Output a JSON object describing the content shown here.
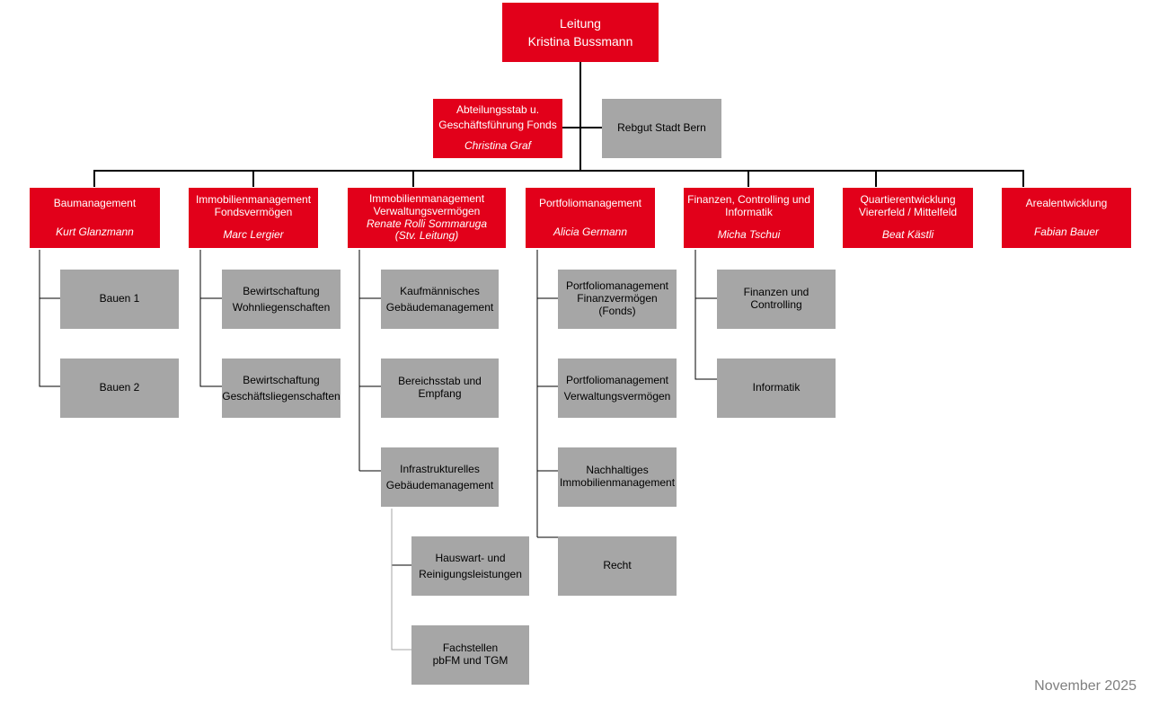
{
  "leitung": {
    "title": "Leitung",
    "name": "Kristina Bussmann"
  },
  "stab": {
    "line1": "Abteilungsstab u.",
    "line2": "Geschäftsführung Fonds",
    "name": "Christina Graf"
  },
  "rebgut": "Rebgut Stadt Bern",
  "departments": {
    "bau": {
      "title": "Baumanagement",
      "name": "Kurt Glanzmann"
    },
    "immofonds": {
      "line1": "Immobilienmanagement",
      "line2": "Fondsvermögen",
      "name": "Marc Lergier"
    },
    "immoverw": {
      "line1": "Immobilienmanagement",
      "line2": "Verwaltungsvermögen",
      "name": "Renate Rolli Sommaruga",
      "role": "(Stv. Leitung)"
    },
    "portfolio": {
      "title": "Portfoliomanagement",
      "name": "Alicia Germann"
    },
    "finanzen": {
      "line1": "Finanzen, Controlling und",
      "line2": "Informatik",
      "name": "Micha Tschui"
    },
    "quartier": {
      "line1": "Quartierentwicklung",
      "line2": "Viererfeld / Mittelfeld",
      "name": "Beat Kästli"
    },
    "areal": {
      "title": "Arealentwicklung",
      "name": "Fabian Bauer"
    }
  },
  "units": {
    "bauen1": "Bauen 1",
    "bauen2": "Bauen 2",
    "bew_wohn": {
      "line1": "Bewirtschaftung",
      "line2": "Wohnliegenschaften"
    },
    "bew_gesch": {
      "line1": "Bewirtschaftung",
      "line2": "Geschäftsliegenschaften"
    },
    "kaufm": {
      "line1": "Kaufmännisches",
      "line2": "Gebäudemanagement"
    },
    "bereichsstab": {
      "line1": "Bereichsstab und",
      "line2": "Empfang"
    },
    "infra": {
      "line1": "Infrastrukturelles",
      "line2": "Gebäudemanagement"
    },
    "hauswart": {
      "line1": "Hauswart- und",
      "line2": "Reinigungsleistungen"
    },
    "fachstellen": {
      "line1": "Fachstellen",
      "line2": "pbFM und TGM"
    },
    "pf_finanz": {
      "line1": "Portfoliomanagement",
      "line2": "Finanzvermögen",
      "line3": "(Fonds)"
    },
    "pf_verw": {
      "line1": "Portfoliomanagement",
      "line2": "Verwaltungsvermögen"
    },
    "nachhaltig": {
      "line1": "Nachhaltiges",
      "line2": "Immobilienmanagement"
    },
    "recht": "Recht",
    "fin_contr": {
      "line1": "Finanzen und",
      "line2": "Controlling"
    },
    "informatik": "Informatik"
  },
  "footer": "November 2025",
  "colors": {
    "red": "#e2001a",
    "gray": "#a6a6a6",
    "line": "#000000",
    "footer": "#808080"
  }
}
